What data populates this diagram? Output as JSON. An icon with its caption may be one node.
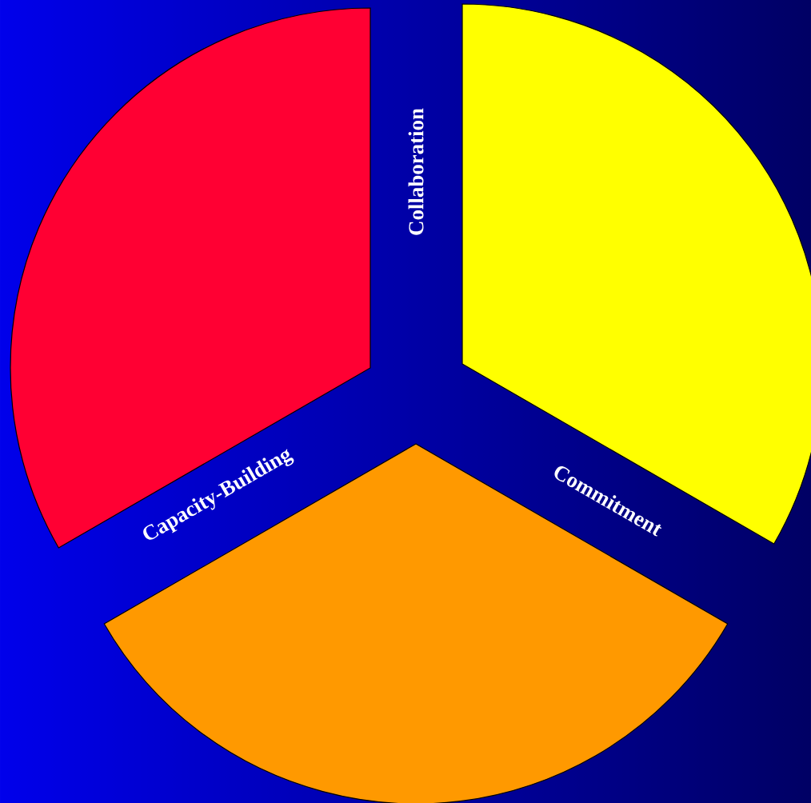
{
  "diagram": {
    "labels": [
      "Collaboration",
      "Commitment",
      "Capacity-Building"
    ]
  }
}
